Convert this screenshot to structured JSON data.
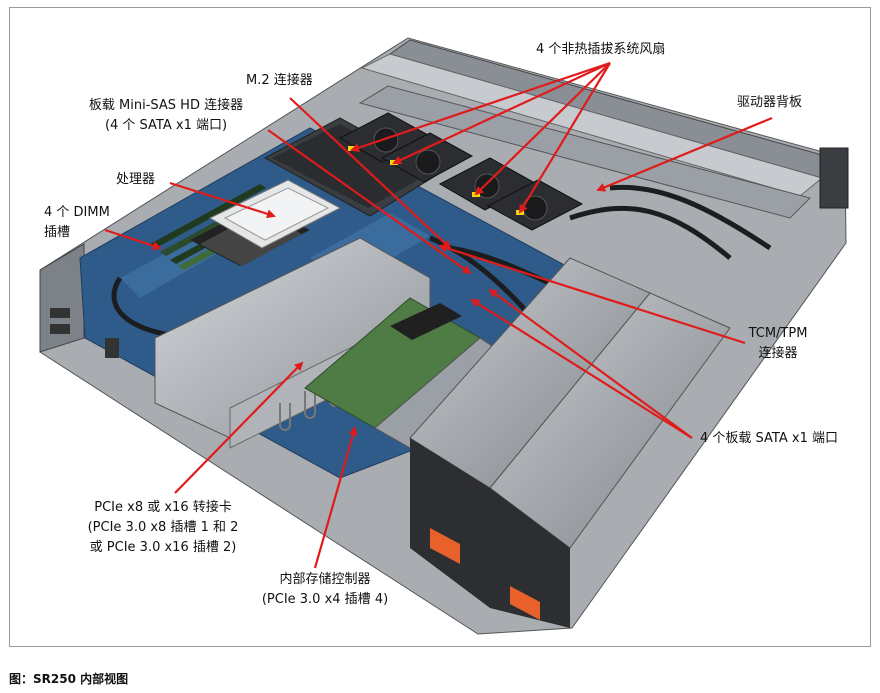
{
  "figure": {
    "caption_prefix": "图：",
    "caption_text": "SR250 内部视图"
  },
  "callouts": {
    "fans": "4 个非热插拔系统风扇",
    "m2": "M.2 连接器",
    "minisas_line1": "板载 Mini-SAS HD 连接器",
    "minisas_line2": "(4 个 SATA x1 端口)",
    "backplane": "驱动器背板",
    "processor": "处理器",
    "dimm_line1": "4 个 DIMM",
    "dimm_line2": "插槽",
    "tcm_line1": "TCM/TPM",
    "tcm_line2": "连接器",
    "sata": "4 个板载 SATA x1 端口",
    "riser_line1": "PCIe x8 或 x16 转接卡",
    "riser_line2": "(PCIe 3.0 x8 插槽 1 和 2",
    "riser_line3": "或 PCIe 3.0 x16 插槽 2)",
    "storage_line1": "内部存储控制器",
    "storage_line2": "(PCIe 3.0 x4 插槽 4)"
  },
  "colors": {
    "arrow": "#e01b1b",
    "chassis": "#b9bdc2",
    "chassis_dark": "#6f747a",
    "board": "#2f5b8a",
    "pcb_green": "#4f7b45",
    "handle_orange": "#e8612a"
  }
}
